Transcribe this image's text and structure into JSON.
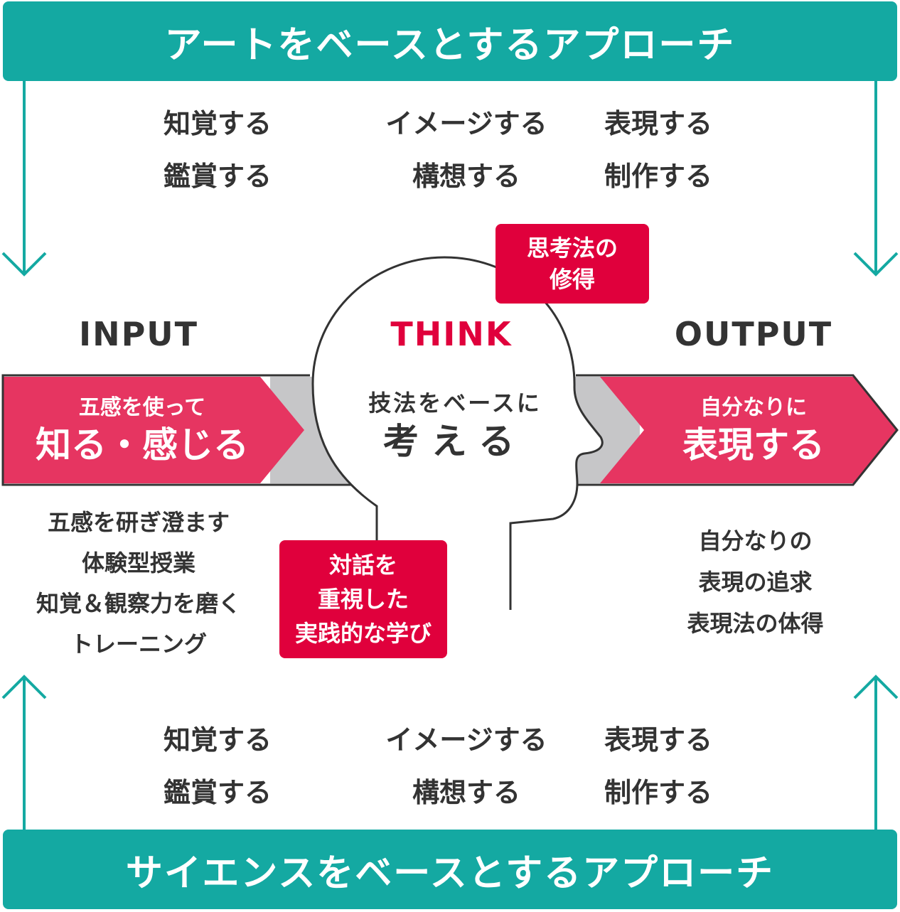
{
  "top_banner": "アートをベースとするアプローチ",
  "bottom_banner": "サイエンスをベースとするアプローチ",
  "verbs_top": [
    "知覚する",
    "イメージする",
    "表現する",
    "鑑賞する",
    "構想する",
    "制作する"
  ],
  "verbs_bottom": [
    "知覚する",
    "イメージする",
    "表現する",
    "鑑賞する",
    "構想する",
    "制作する"
  ],
  "phases": {
    "input": {
      "label": "INPUT",
      "sub": "五感を使って",
      "main": "知る・感じる",
      "details": [
        "五感を研ぎ澄ます",
        "体験型授業",
        "知覚＆観察力を磨く",
        "トレーニング"
      ]
    },
    "think": {
      "label": "THINK",
      "sub": "技法をベースに",
      "main": "考える"
    },
    "output": {
      "label": "OUTPUT",
      "sub": "自分なりに",
      "main": "表現する",
      "details": [
        "自分なりの",
        "表現の追求",
        "表現法の体得"
      ]
    }
  },
  "callouts": {
    "thinking": [
      "思考法の",
      "修得"
    ],
    "dialogue": [
      "対話を",
      "重視した",
      "実践的な学び"
    ]
  },
  "colors": {
    "teal": "#14a9a2",
    "pink": "#e63561",
    "red": "#e0003c",
    "gray": "#c6c6c8",
    "text": "#333333"
  }
}
